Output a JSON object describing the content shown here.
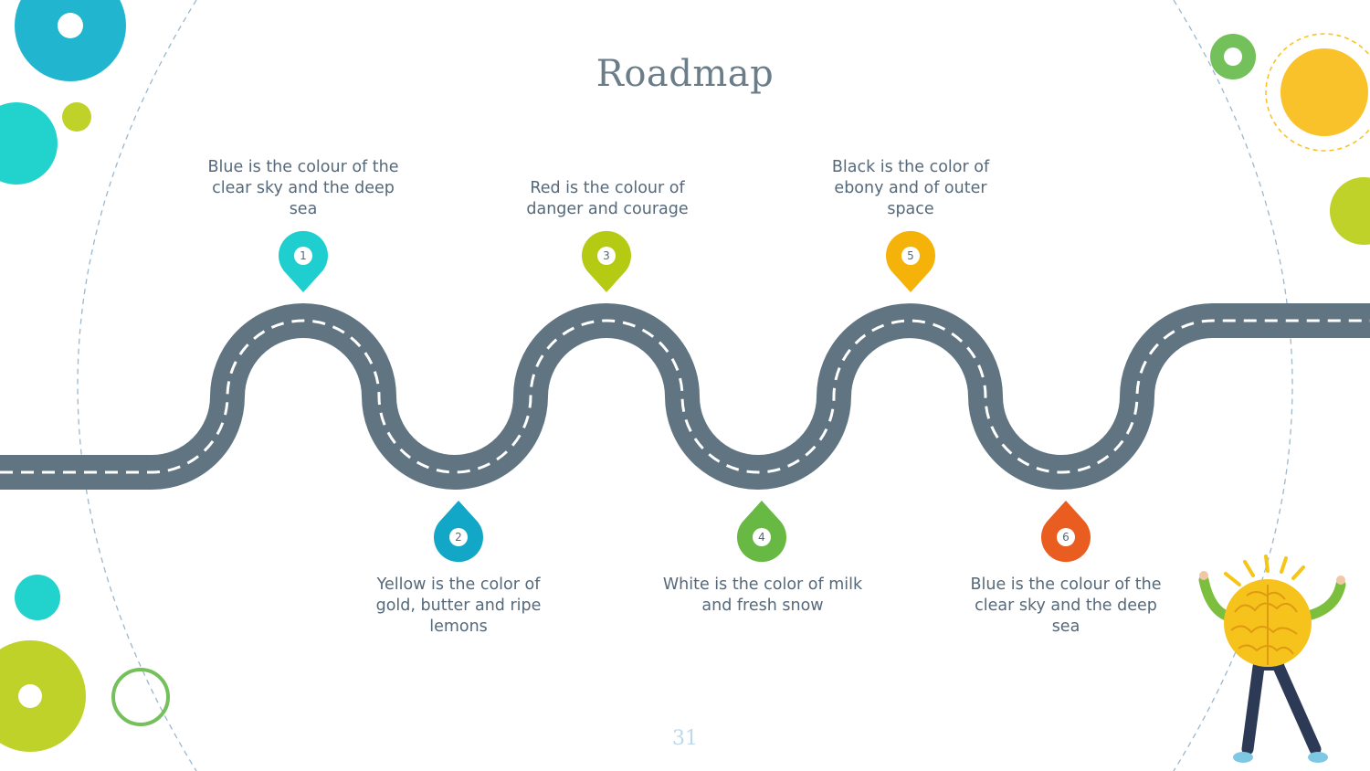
{
  "slide": {
    "title": "Roadmap",
    "page_number": "31"
  },
  "milestones": [
    {
      "number": "1",
      "text": "Blue is the colour of the clear sky and the deep sea",
      "color": "#1fcfcf"
    },
    {
      "number": "2",
      "text": "Yellow is the color of gold, butter and ripe lemons",
      "color": "#13a7c7"
    },
    {
      "number": "3",
      "text": "Red is the colour of danger and courage",
      "color": "#b5cb13"
    },
    {
      "number": "4",
      "text": "White is the color of milk and fresh snow",
      "color": "#68b944"
    },
    {
      "number": "5",
      "text": "Black is the color of ebony and of outer space",
      "color": "#f5b209"
    },
    {
      "number": "6",
      "text": "Blue is the colour of the clear sky and the deep sea",
      "color": "#ea5d21"
    }
  ],
  "colors": {
    "road": "#617481",
    "road_dash": "#ffffff",
    "text": "#56697a",
    "dashed_guide": "#9ab8cf",
    "decor_teal": "#21d3cc",
    "decor_blue": "#21b5cf",
    "decor_lime": "#bed22a",
    "decor_green": "#74c05a",
    "decor_yellow": "#fac22a"
  },
  "icons": {
    "mascot": "brain-head-character-illustration"
  }
}
